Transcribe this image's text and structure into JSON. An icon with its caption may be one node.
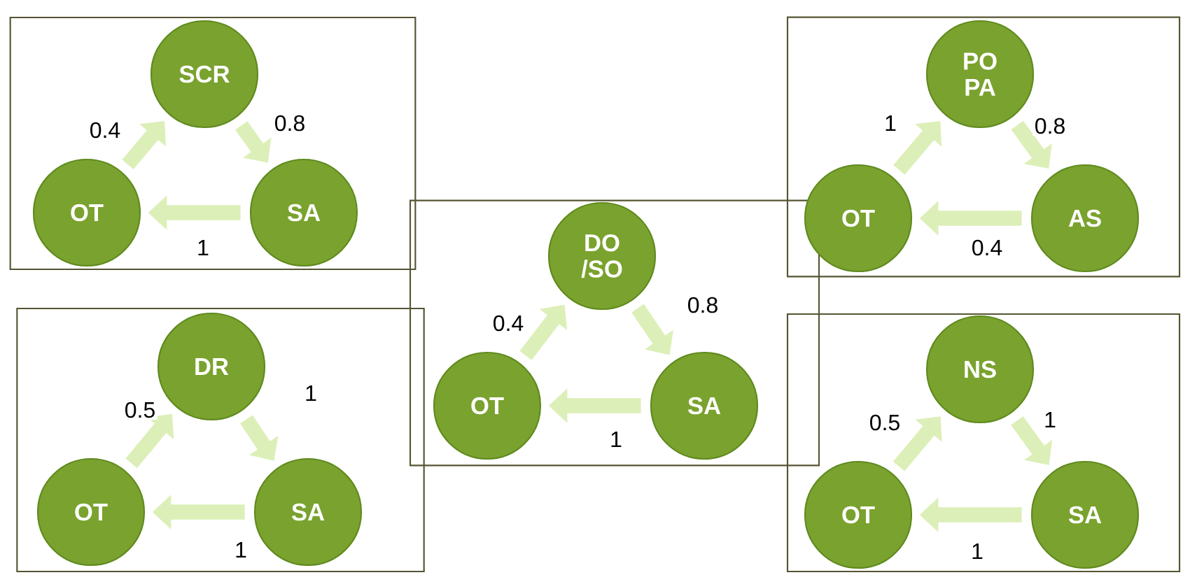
{
  "diagram": {
    "nodes": [
      {
        "text": [],
        "shape": "box"
      },
      {
        "text": [
          "SCR"
        ],
        "in": 0
      },
      {
        "text": [
          "OT"
        ],
        "in": 0
      },
      {
        "text": [
          "SA"
        ],
        "in": 0
      },
      {
        "text": [],
        "shape": "box"
      },
      {
        "text": [
          "PO PA"
        ],
        "in": 4
      },
      {
        "text": [
          "OT"
        ],
        "in": 4
      },
      {
        "text": [
          "AS"
        ],
        "in": 4
      },
      {
        "text": [],
        "shape": "box"
      },
      {
        "text": [
          "DO /SO"
        ],
        "in": 8
      },
      {
        "text": [
          "OT"
        ],
        "in": 8
      },
      {
        "text": [
          "SA"
        ],
        "in": 8
      },
      {
        "text": [],
        "shape": "box"
      },
      {
        "text": [
          "DR"
        ],
        "in": 12
      },
      {
        "text": [
          "OT"
        ],
        "in": 12
      },
      {
        "text": [
          "SA"
        ],
        "in": 12
      },
      {
        "text": [],
        "shape": "box"
      },
      {
        "text": [
          "NS"
        ],
        "in": 16
      },
      {
        "text": [
          "OT"
        ],
        "in": 16
      },
      {
        "text": [
          "SA"
        ],
        "in": 16
      }
    ],
    "edges": [
      {
        "from": 2,
        "to": 1,
        "arrow": "to",
        "label": "0.4"
      },
      {
        "from": 1,
        "to": 3,
        "arrow": "to",
        "label": "0.8"
      },
      {
        "from": 3,
        "to": 2,
        "arrow": "to",
        "label": "1"
      },
      {
        "from": 6,
        "to": 5,
        "arrow": "to",
        "label": "1"
      },
      {
        "from": 5,
        "to": 7,
        "arrow": "to",
        "label": "0.8"
      },
      {
        "from": 7,
        "to": 6,
        "arrow": "to",
        "label": "0.4"
      },
      {
        "from": 10,
        "to": 9,
        "arrow": "to",
        "label": "0.4"
      },
      {
        "from": 9,
        "to": 11,
        "arrow": "to",
        "label": "0.8"
      },
      {
        "from": 11,
        "to": 10,
        "arrow": "to",
        "label": "1"
      },
      {
        "from": 14,
        "to": 13,
        "arrow": "to",
        "label": "0.5"
      },
      {
        "from": 13,
        "to": 15,
        "arrow": "to",
        "label": "1"
      },
      {
        "from": 15,
        "to": 14,
        "arrow": "to",
        "label": "1"
      },
      {
        "from": 18,
        "to": 17,
        "arrow": "to",
        "label": "0.5"
      },
      {
        "from": 17,
        "to": 19,
        "arrow": "to",
        "label": "1"
      },
      {
        "from": 19,
        "to": 18,
        "arrow": "to",
        "label": "1"
      }
    ]
  }
}
